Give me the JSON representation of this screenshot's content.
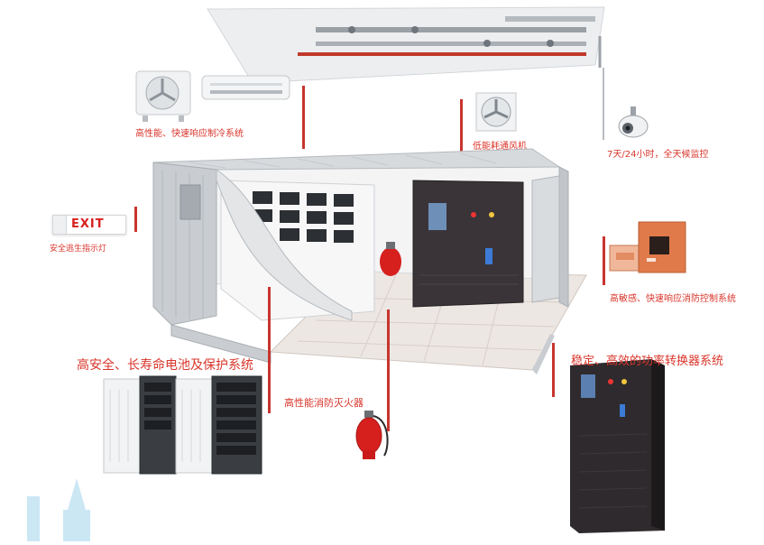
{
  "labels": {
    "cooling": "高性能、快速响应制冷系统",
    "ventilation": "低能耗通风机",
    "monitoring": "7天/24小时，全天候监控",
    "exit_light": "安全逃生指示灯",
    "exit_sign_text": "EXIT",
    "fire_control": "高敏感、快速响应消防控制系统",
    "battery": "高安全、长寿命电池及保护系统",
    "pcs": "稳定、高效的功率转换器系统",
    "extinguisher": "高性能消防灭火器"
  },
  "colors": {
    "label_red": "#d9352b",
    "callout_red": "#c8352e",
    "container_grey": "#c9cdd1",
    "floor_tile": "#ede7e3",
    "cabinet_dark": "#3a3438",
    "extinguisher_red": "#d6201e",
    "panel_orange": "#e07a4a"
  },
  "icons": [
    "ceiling-pipes",
    "air-conditioner-outdoor-unit",
    "split-ac-indoor-unit",
    "exhaust-fan",
    "security-camera",
    "exit-sign",
    "fire-control-panel",
    "battery-cabinet",
    "pcs-cabinet",
    "fire-extinguisher"
  ]
}
